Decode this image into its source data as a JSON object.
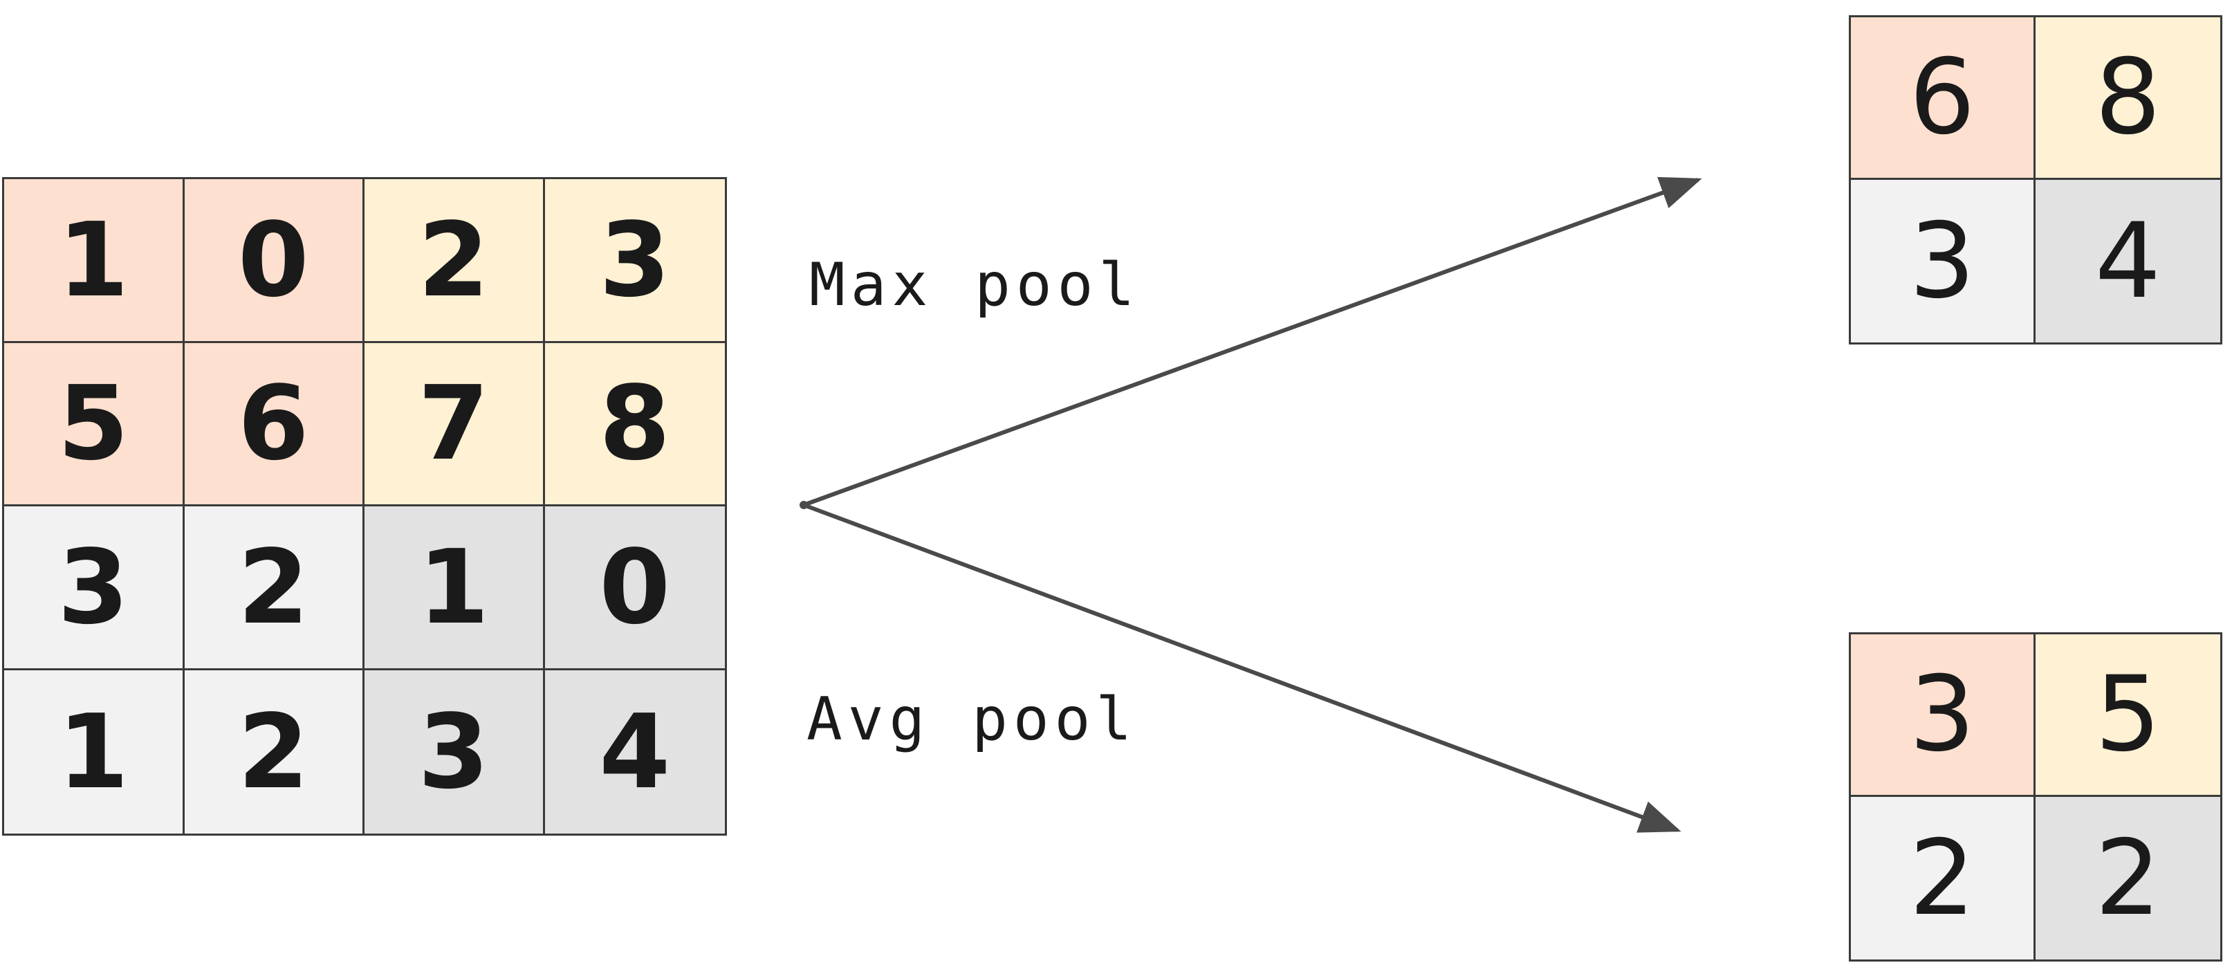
{
  "colors": {
    "peach": "#fde0cf",
    "cream": "#fef1d4",
    "light_gray": "#f2f2f2",
    "mid_gray": "#e2e2e2",
    "line": "#4a4a4a"
  },
  "input_matrix": {
    "rows": [
      [
        {
          "v": "1",
          "c": "peach"
        },
        {
          "v": "0",
          "c": "peach"
        },
        {
          "v": "2",
          "c": "cream"
        },
        {
          "v": "3",
          "c": "cream"
        }
      ],
      [
        {
          "v": "5",
          "c": "peach"
        },
        {
          "v": "6",
          "c": "peach"
        },
        {
          "v": "7",
          "c": "cream"
        },
        {
          "v": "8",
          "c": "cream"
        }
      ],
      [
        {
          "v": "3",
          "c": "light_gray"
        },
        {
          "v": "2",
          "c": "light_gray"
        },
        {
          "v": "1",
          "c": "mid_gray"
        },
        {
          "v": "0",
          "c": "mid_gray"
        }
      ],
      [
        {
          "v": "1",
          "c": "light_gray"
        },
        {
          "v": "2",
          "c": "light_gray"
        },
        {
          "v": "3",
          "c": "mid_gray"
        },
        {
          "v": "4",
          "c": "mid_gray"
        }
      ]
    ]
  },
  "max_pool": {
    "label": "Max pool",
    "rows": [
      [
        {
          "v": "6",
          "c": "peach"
        },
        {
          "v": "8",
          "c": "cream"
        }
      ],
      [
        {
          "v": "3",
          "c": "light_gray"
        },
        {
          "v": "4",
          "c": "mid_gray"
        }
      ]
    ]
  },
  "avg_pool": {
    "label": "Avg pool",
    "rows": [
      [
        {
          "v": "3",
          "c": "peach"
        },
        {
          "v": "5",
          "c": "cream"
        }
      ],
      [
        {
          "v": "2",
          "c": "light_gray"
        },
        {
          "v": "2",
          "c": "mid_gray"
        }
      ]
    ]
  }
}
